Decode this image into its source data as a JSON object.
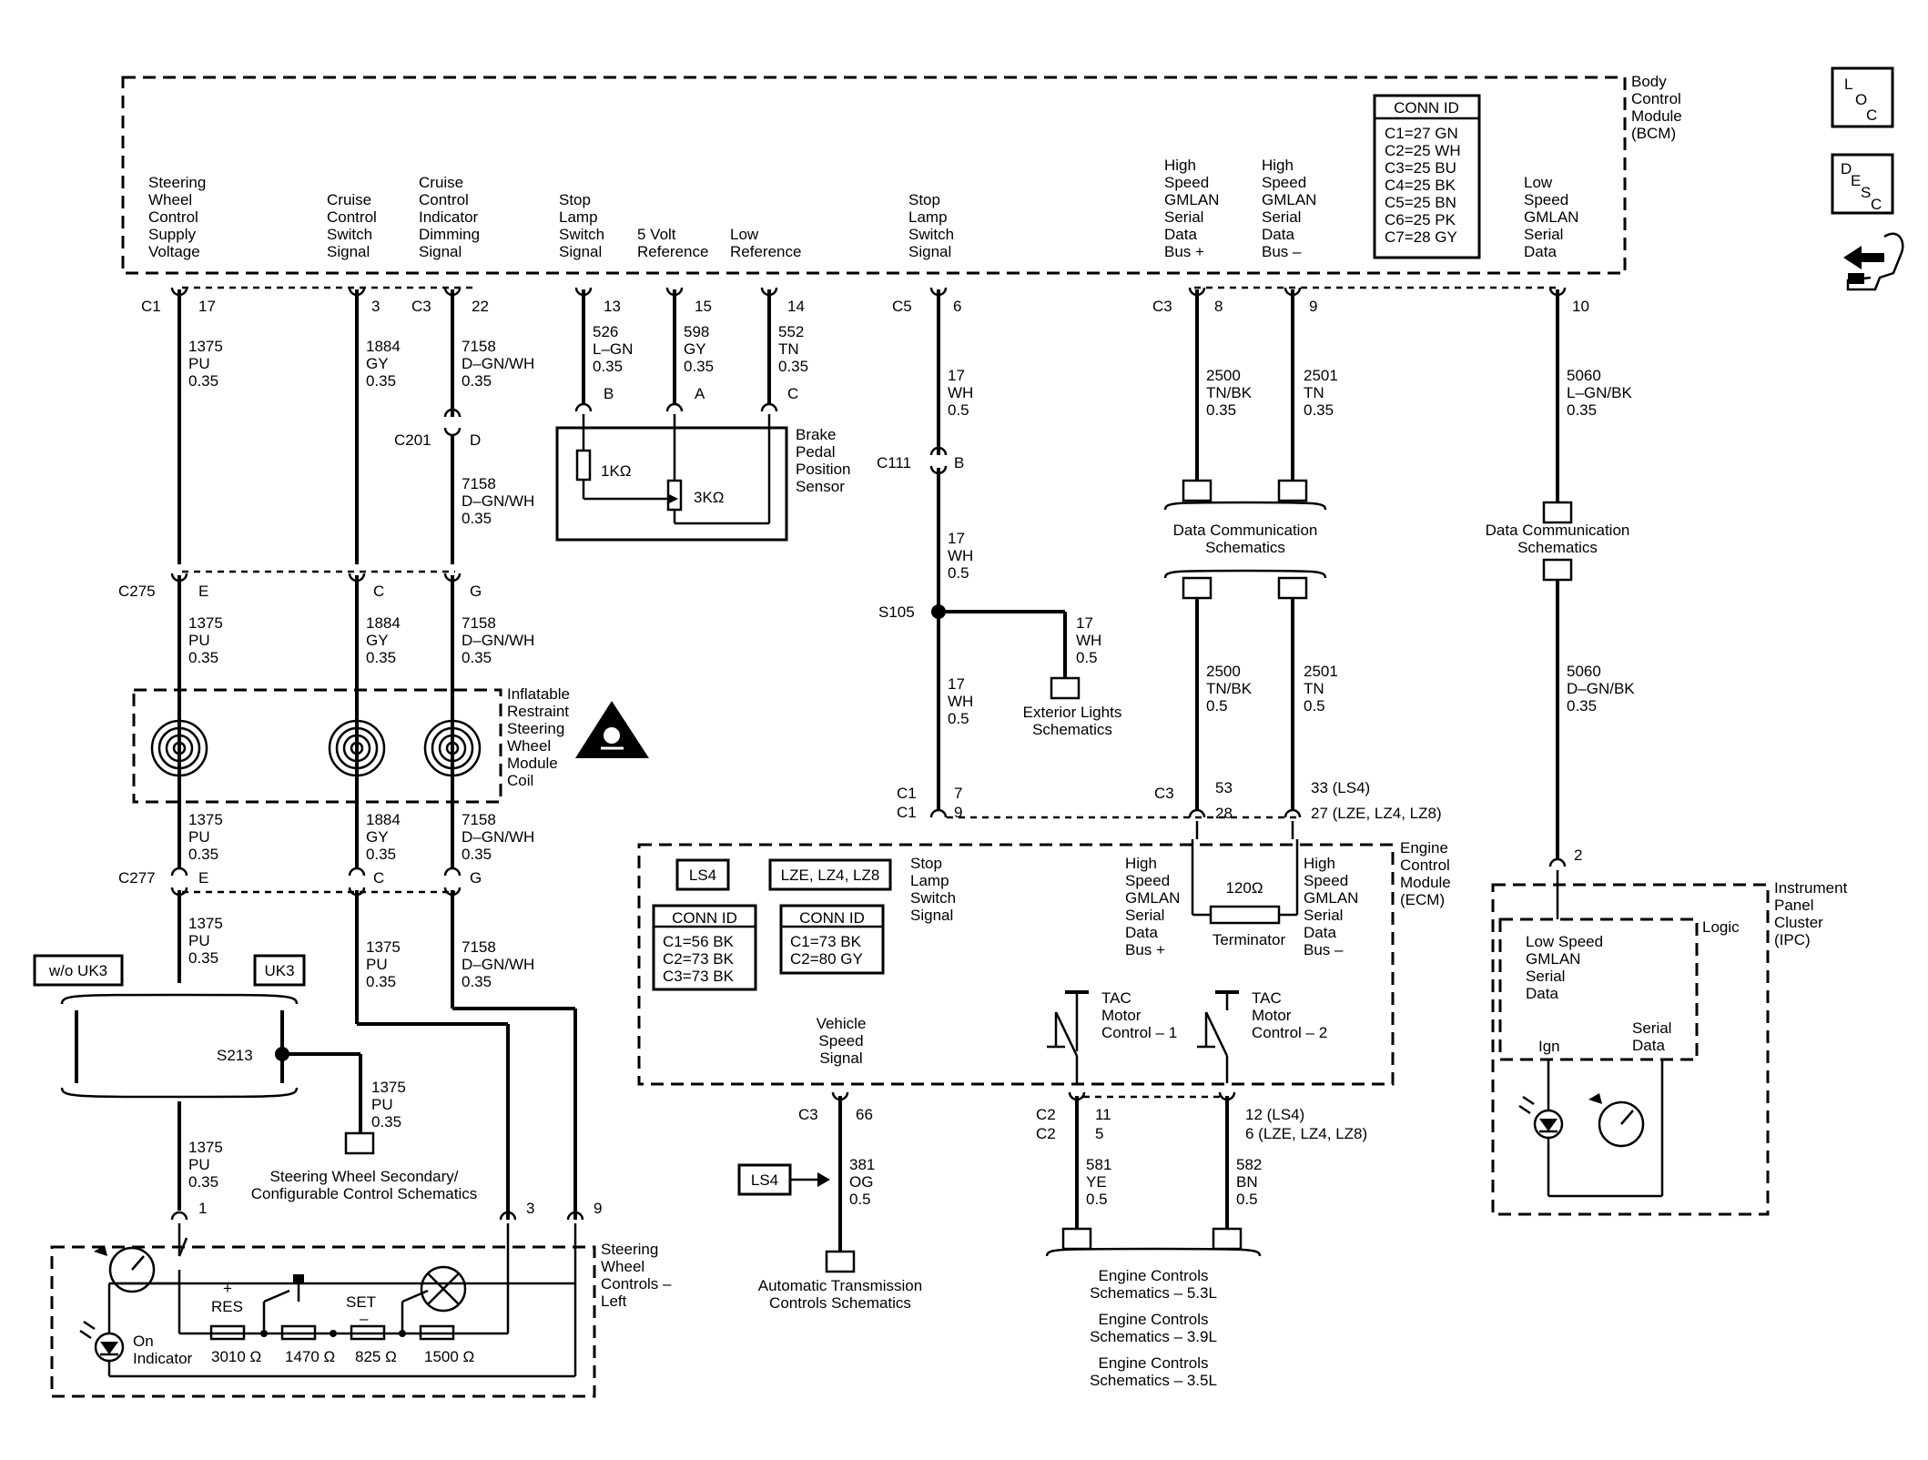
{
  "labels": {
    "bcm": [
      "Body",
      "Control",
      "Module",
      "(BCM)"
    ],
    "bcm_conn_header": "CONN ID",
    "bcm_conn_rows": [
      "C1=27 GN",
      "C2=25 WH",
      "C3=25 BU",
      "C4=25 BK",
      "C5=25 BN",
      "C6=25 PK",
      "C7=28 GY"
    ],
    "loc": [
      "L",
      "O",
      "C"
    ],
    "desc": [
      "D",
      "E",
      "S",
      "C"
    ],
    "sw_supply": [
      "Steering",
      "Wheel",
      "Control",
      "Supply",
      "Voltage"
    ],
    "cruise_switch": [
      "Cruise",
      "Control",
      "Switch",
      "Signal"
    ],
    "cruise_ind": [
      "Cruise",
      "Control",
      "Indicator",
      "Dimming",
      "Signal"
    ],
    "stop_lamp_1": [
      "Stop",
      "Lamp",
      "Switch",
      "Signal"
    ],
    "five_volt": "5 Volt",
    "five_volt_2": "Reference",
    "low_ref": "Low",
    "low_ref_2": "Reference",
    "stop_lamp_2": [
      "Stop",
      "Lamp",
      "Switch",
      "Signal"
    ],
    "hs_plus": [
      "High",
      "Speed",
      "GMLAN",
      "Serial",
      "Data",
      "Bus +"
    ],
    "hs_minus": [
      "High",
      "Speed",
      "GMLAN",
      "Serial",
      "Data",
      "Bus –"
    ],
    "ls_data": [
      "Low",
      "Speed",
      "GMLAN",
      "Serial",
      "Data"
    ],
    "bpps": [
      "Brake",
      "Pedal",
      "Position",
      "Sensor"
    ],
    "r1k": "1KΩ",
    "r3k": "3KΩ",
    "data_comm_1": [
      "Data Communication",
      "Schematics"
    ],
    "data_comm_2": [
      "Data Communication",
      "Schematics"
    ],
    "ext_lights": [
      "Exterior Lights",
      "Schematics"
    ],
    "coil": [
      "Inflatable",
      "Restraint",
      "Steering",
      "Wheel",
      "Module",
      "Coil"
    ],
    "wo_uk3": "w/o UK3",
    "uk3": "UK3",
    "s213": "S213",
    "sw_secondary": [
      "Steering Wheel Secondary/",
      "Configurable Control Schematics"
    ],
    "sw_controls_left": [
      "Steering",
      "Wheel",
      "Controls –",
      "Left"
    ],
    "res": "RES",
    "set": "SET",
    "plus": "+",
    "minus": "–",
    "on_indicator": [
      "On",
      "Indicator"
    ],
    "res_values": [
      "3010 Ω",
      "1470 Ω",
      "825 Ω",
      "1500 Ω"
    ],
    "ecm": [
      "Engine",
      "Control",
      "Module",
      "(ECM)"
    ],
    "ls4_tag": "LS4",
    "lze_tag": "LZE, LZ4, LZ8",
    "ecm_conn_header": "CONN ID",
    "ecm_conn_ls4": [
      "C1=56 BK",
      "C2=73 BK",
      "C3=73 BK"
    ],
    "ecm_conn_lze": [
      "C1=73 BK",
      "C2=80 GY"
    ],
    "ecm_stop_lamp": [
      "Stop",
      "Lamp",
      "Switch",
      "Signal"
    ],
    "ecm_hs_plus": [
      "High",
      "Speed",
      "GMLAN",
      "Serial",
      "Data",
      "Bus +"
    ],
    "ecm_hs_minus": [
      "High",
      "Speed",
      "GMLAN",
      "Serial",
      "Data",
      "Bus –"
    ],
    "r120": "120Ω",
    "terminator": "Terminator",
    "tac1": [
      "TAC",
      "Motor",
      "Control – 1"
    ],
    "tac2": [
      "TAC",
      "Motor",
      "Control – 2"
    ],
    "vss": [
      "Vehicle",
      "Speed",
      "Signal"
    ],
    "ls4_box": "LS4",
    "auto_trans": [
      "Automatic Transmission",
      "Controls Schematics"
    ],
    "engine_controls": [
      "Engine Controls",
      "Schematics – 5.3L",
      "Engine Controls",
      "Schematics – 3.9L",
      "Engine Controls",
      "Schematics – 3.5L"
    ],
    "ipc": [
      "Instrument",
      "Panel",
      "Cluster",
      "(IPC)"
    ],
    "logic": "Logic",
    "ipc_ls": [
      "Low Speed",
      "GMLAN",
      "Serial",
      "Data"
    ],
    "ign": "Ign",
    "serial_data": [
      "Serial",
      "Data"
    ]
  },
  "connectors": {
    "c1": "C1",
    "c3": "C3",
    "c5": "C5",
    "c201": "C201",
    "c111": "C111",
    "s105": "S105",
    "c275": "C275",
    "c277": "C277",
    "c3b": "C3",
    "c3c": "C3",
    "c1a": "C1",
    "c1b": "C1",
    "c2a": "C2",
    "c2b": "C2"
  },
  "pins": {
    "p17": "17",
    "p3": "3",
    "p22": "22",
    "p13": "13",
    "p15": "15",
    "p14": "14",
    "p6": "6",
    "p8": "8",
    "p9": "9",
    "p10": "10",
    "pD": "D",
    "pB1": "B",
    "pA": "A",
    "pC1": "C",
    "pB2": "B",
    "pE1": "E",
    "pC2": "C",
    "pG1": "G",
    "pE2": "E",
    "pC3": "C",
    "pG2": "G",
    "p7": "7",
    "p9b": "9",
    "p53": "53",
    "p28": "28",
    "p33": "33 (LS4)",
    "p27": "27 (LZE, LZ4, LZ8)",
    "p2": "2",
    "p66": "66",
    "p11": "11",
    "p5": "5",
    "p12": "12 (LS4)",
    "p6b": "6 (LZE, LZ4, LZ8)",
    "p1": "1",
    "p3b": "3",
    "p9c": "9"
  },
  "wires": {
    "w1": [
      "1375",
      "PU",
      "0.35"
    ],
    "w2": [
      "1884",
      "GY",
      "0.35"
    ],
    "w3": [
      "7158",
      "D–GN/WH",
      "0.35"
    ],
    "w3b": [
      "7158",
      "D–GN/WH",
      "0.35"
    ],
    "w526": [
      "526",
      "L–GN",
      "0.35"
    ],
    "w598": [
      "598",
      "GY",
      "0.35"
    ],
    "w552": [
      "552",
      "TN",
      "0.35"
    ],
    "w17a": [
      "17",
      "WH",
      "0.5"
    ],
    "w17b": [
      "17",
      "WH",
      "0.5"
    ],
    "w17c": [
      "17",
      "WH",
      "0.5"
    ],
    "w17d": [
      "17",
      "WH",
      "0.5"
    ],
    "w2500a": [
      "2500",
      "TN/BK",
      "0.35"
    ],
    "w2501a": [
      "2501",
      "TN",
      "0.35"
    ],
    "w2500b": [
      "2500",
      "TN/BK",
      "0.5"
    ],
    "w2501b": [
      "2501",
      "TN",
      "0.5"
    ],
    "w5060a": [
      "5060",
      "L–GN/BK",
      "0.35"
    ],
    "w5060b": [
      "5060",
      "D–GN/BK",
      "0.35"
    ],
    "w1b": [
      "1375",
      "PU",
      "0.35"
    ],
    "w2b": [
      "1884",
      "GY",
      "0.35"
    ],
    "w3c": [
      "7158",
      "D–GN/WH",
      "0.35"
    ],
    "w1c": [
      "1375",
      "PU",
      "0.35"
    ],
    "w2c": [
      "1375",
      "PU",
      "0.35"
    ],
    "w3d": [
      "1884",
      "GY",
      "0.35"
    ],
    "w3e": [
      "7158",
      "D–GN/WH",
      "0.35"
    ],
    "w1d": [
      "1375",
      "PU",
      "0.35"
    ],
    "w1e": [
      "1375",
      "PU",
      "0.35"
    ],
    "w381": [
      "381",
      "OG",
      "0.5"
    ],
    "w581": [
      "581",
      "YE",
      "0.5"
    ],
    "w582": [
      "582",
      "BN",
      "0.5"
    ]
  }
}
